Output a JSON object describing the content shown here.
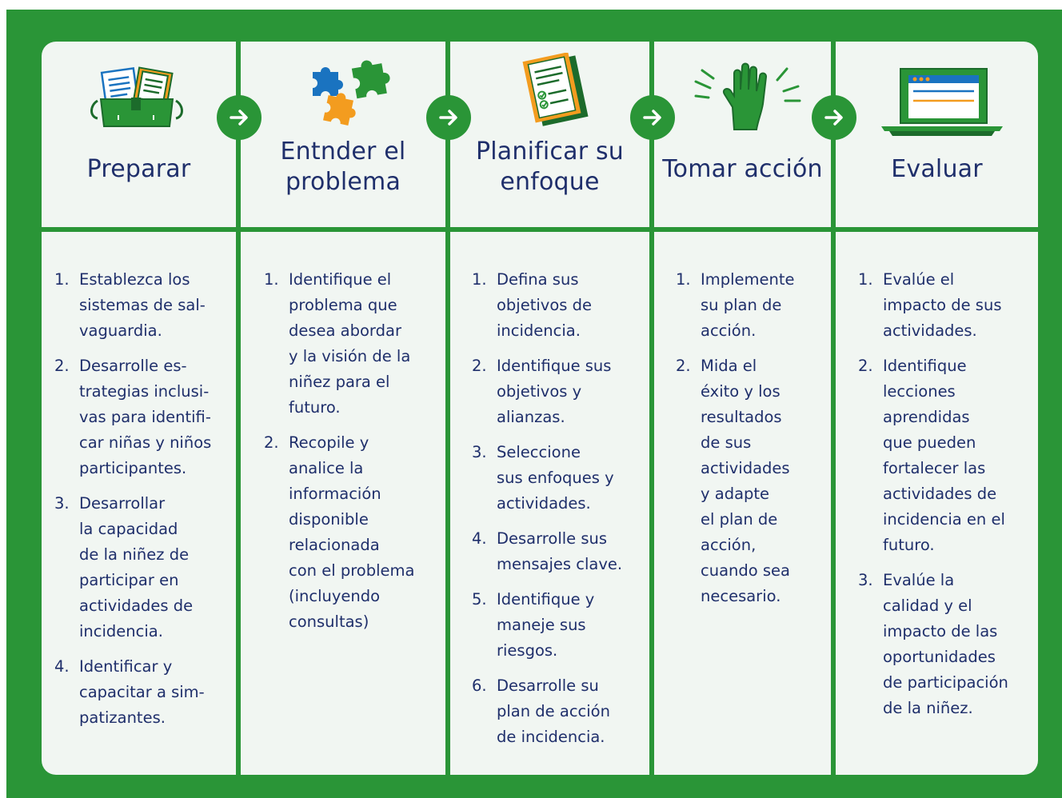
{
  "colors": {
    "frame_green": "#2a9537",
    "panel_bg": "#f1f6f2",
    "text_navy": "#1f2f6b",
    "accent_orange": "#f39c1f",
    "accent_blue": "#1a73c0",
    "dark_green": "#1c6b2b"
  },
  "columns": [
    {
      "title": "Preparar",
      "icon": "toolbox-with-documents-icon",
      "steps": [
        {
          "num": "1.",
          "text": "Establezca los\nsistemas de sal-\nvaguardia."
        },
        {
          "num": "2.",
          "text": "Desarrolle es-\ntrategias inclusi-\nvas para identifi-\ncar niñas y niños\nparticipantes."
        },
        {
          "num": "3.",
          "text": "Desarrollar\nla capacidad\nde la niñez de\nparticipar en\nactividades de\nincidencia."
        },
        {
          "num": "4.",
          "text": "Identificar y\ncapacitar a sim-\npatizantes."
        }
      ]
    },
    {
      "title": "Entnder el problema",
      "title_lines": [
        "Entnder el",
        "problema"
      ],
      "icon": "puzzle-pieces-icon",
      "steps": [
        {
          "num": "1.",
          "text": "Identifique el\nproblema que\ndesea abordar\ny la visión de la\nniñez para el\nfuturo."
        },
        {
          "num": "2.",
          "text": "Recopile y\nanalice la\ninformación\ndisponible\nrelacionada\ncon el problema\n(incluyendo\nconsultas)"
        }
      ]
    },
    {
      "title": "Planificar su enfoque",
      "title_lines": [
        "Planificar su",
        "enfoque"
      ],
      "icon": "checklist-icon",
      "steps": [
        {
          "num": "1.",
          "text": "Defina sus\nobjetivos de\nincidencia."
        },
        {
          "num": "2.",
          "text": "Identifique sus\nobjetivos y\nalianzas."
        },
        {
          "num": "3.",
          "text": "Seleccione\nsus enfoques y\nactividades."
        },
        {
          "num": "4.",
          "text": "Desarrolle sus\nmensajes clave."
        },
        {
          "num": "5.",
          "text": "Identifique y\nmaneje sus\nriesgos."
        },
        {
          "num": "6.",
          "text": "Desarrolle su\nplan de acción\nde incidencia."
        }
      ]
    },
    {
      "title": "Tomar acción",
      "icon": "raised-hand-icon",
      "steps": [
        {
          "num": "1.",
          "text": "Implemente\nsu plan de\nacción."
        },
        {
          "num": "2.",
          "text": "Mida el\néxito y los\nresultados\nde sus\nactividades\ny adapte\nel plan de\nacción,\ncuando sea\nnecesario."
        }
      ]
    },
    {
      "title": "Evaluar",
      "icon": "laptop-icon",
      "steps": [
        {
          "num": "1.",
          "text": "Evalúe el\nimpacto de sus\nactividades."
        },
        {
          "num": "2.",
          "text": "Identifique\nlecciones\naprendidas\nque pueden\nfortalecer las\nactividades de\nincidencia en el\nfuturo."
        },
        {
          "num": "3.",
          "text": "Evalúe la\ncalidad y el\nimpacto de las\noportunidades\nde participación\nde la niñez."
        }
      ]
    }
  ],
  "arrows": [
    "arrow-right-icon",
    "arrow-right-icon",
    "arrow-right-icon",
    "arrow-right-icon"
  ]
}
